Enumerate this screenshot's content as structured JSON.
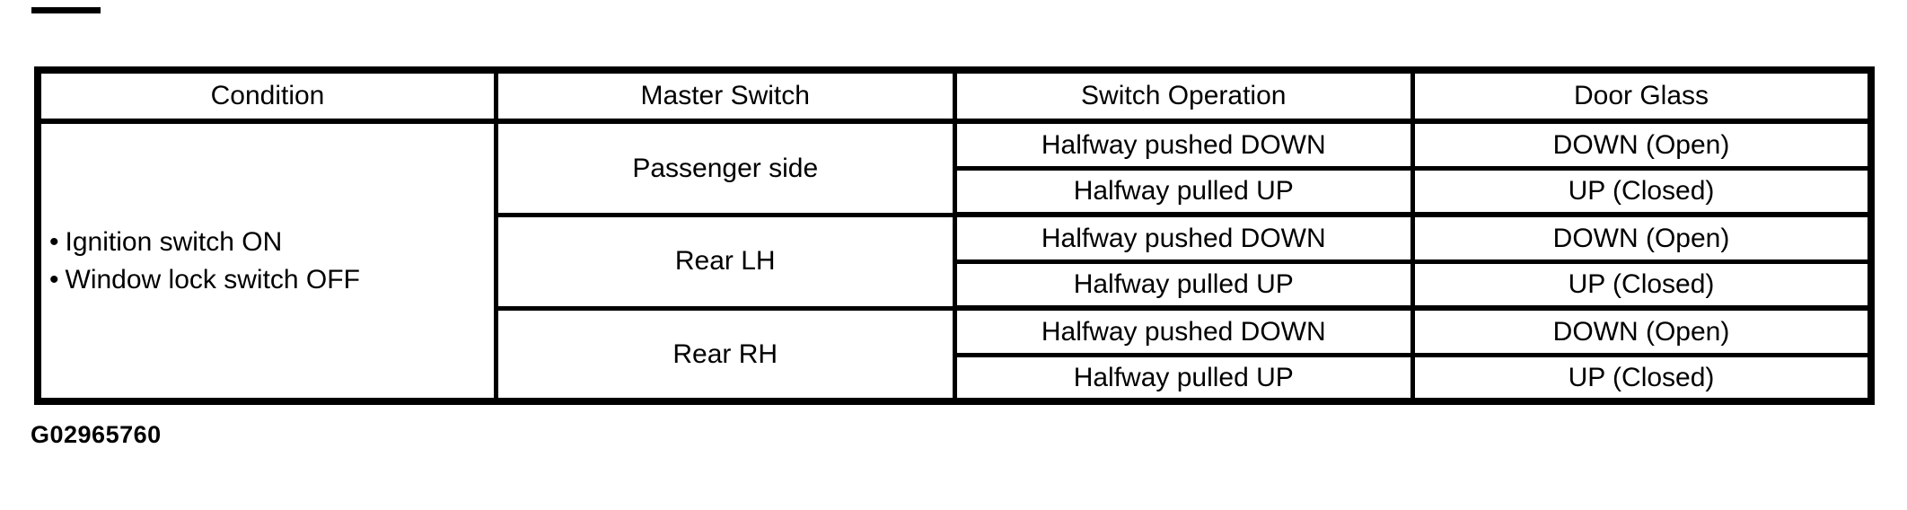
{
  "page": {
    "background_color": "#ffffff",
    "text_color": "#000000"
  },
  "figure_id": "G02965760",
  "table": {
    "headers": {
      "condition": "Condition",
      "master_switch": "Master Switch",
      "switch_operation": "Switch Operation",
      "door_glass": "Door Glass"
    },
    "condition": {
      "bullet": "•",
      "items": [
        "Ignition switch ON",
        "Window lock switch OFF"
      ]
    },
    "groups": [
      {
        "master_switch": "Passenger side",
        "rows": [
          {
            "switch_operation": "Halfway pushed DOWN",
            "door_glass": "DOWN (Open)"
          },
          {
            "switch_operation": "Halfway pulled UP",
            "door_glass": "UP (Closed)"
          }
        ]
      },
      {
        "master_switch": "Rear LH",
        "rows": [
          {
            "switch_operation": "Halfway pushed DOWN",
            "door_glass": "DOWN (Open)"
          },
          {
            "switch_operation": "Halfway pulled UP",
            "door_glass": "UP (Closed)"
          }
        ]
      },
      {
        "master_switch": "Rear RH",
        "rows": [
          {
            "switch_operation": "Halfway pushed DOWN",
            "door_glass": "DOWN (Open)"
          },
          {
            "switch_operation": "Halfway pulled UP",
            "door_glass": "UP (Closed)"
          }
        ]
      }
    ]
  }
}
